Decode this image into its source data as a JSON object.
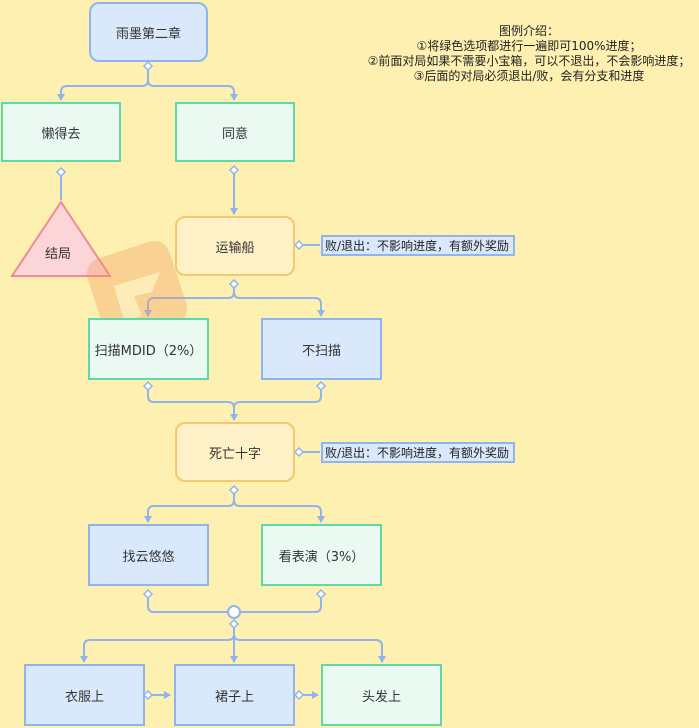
{
  "legend": {
    "title": "图例介绍：",
    "lines": [
      "①将绿色选项都进行一遍即可100%进度；",
      "②前面对局如果不需要小宝箱，可以不退出，不会影响进度；",
      "③后面的对局必须退出/败，会有分支和进度"
    ]
  },
  "nodes": {
    "start": "雨墨第二章",
    "lazy": "懒得去",
    "agree": "同意",
    "ending": "结局",
    "transport": "运输船",
    "scan": "扫描MDID（2%）",
    "noscan": "不扫描",
    "cross": "死亡十字",
    "findyun": "找云悠悠",
    "watch": "看表演（3%）",
    "clothes": "衣服上",
    "skirt": "裙子上",
    "hair": "头发上"
  },
  "notes": {
    "transport_note": "败/退出：不影响进度，有额外奖励",
    "cross_note": "败/退出：不影响进度，有额外奖励"
  },
  "colors": {
    "edge": "#8fb4ee",
    "blue_fill": "#dae8fc",
    "green_border": "#5fd7a6",
    "orange_border": "#f6c86d",
    "ending_border": "#f08a95"
  }
}
